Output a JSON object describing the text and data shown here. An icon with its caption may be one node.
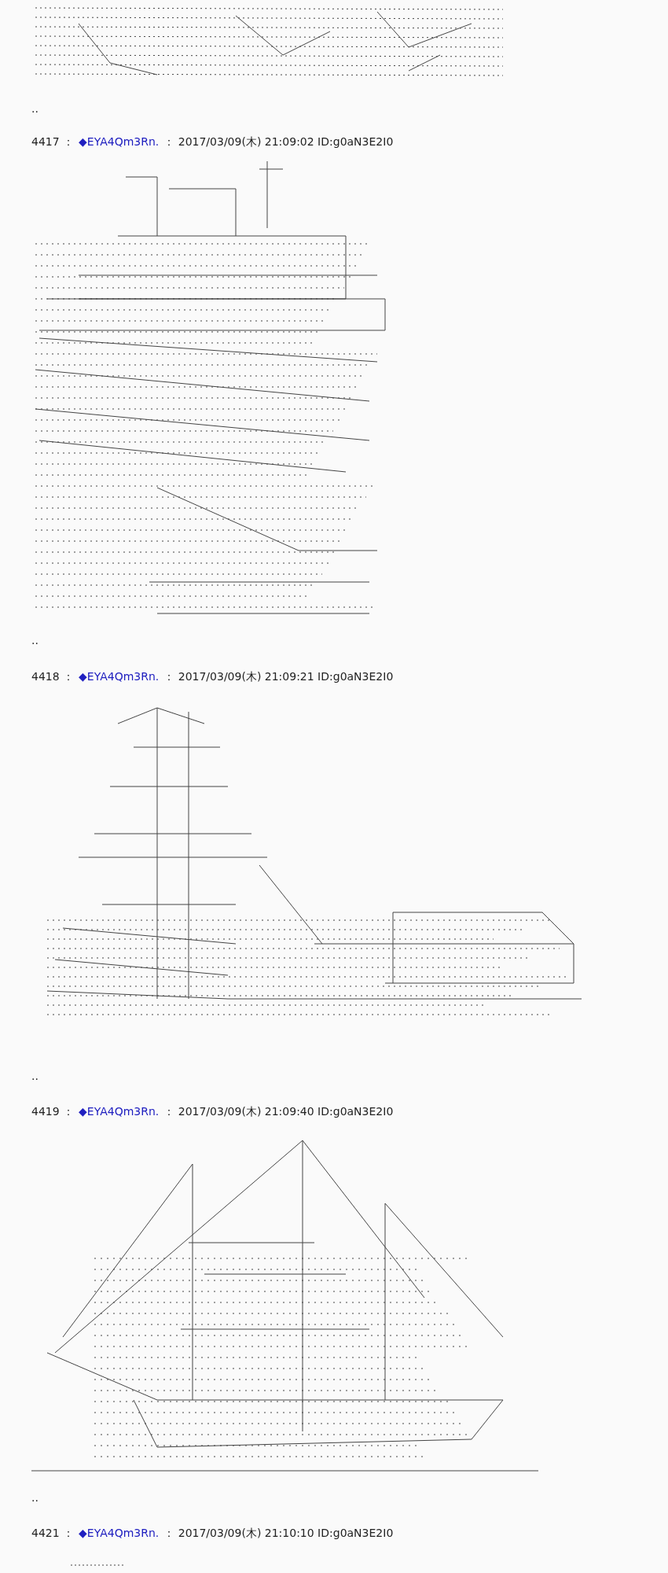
{
  "diagram": {
    "labels": [
      "..",
      "4417 ：",
      "◆EYA4Qm3Rn.",
      "： 2017/03/09(木) 21:09:02 ID:g0aN3E2I0",
      "..",
      "4418 ：",
      "◆EYA4Qm3Rn.",
      "： 2017/03/09(木) 21:09:21 ID:g0aN3E2I0",
      "..",
      "4419 ：",
      "◆EYA4Qm3Rn.",
      "： 2017/03/09(木) 21:09:40 ID:g0aN3E2I0",
      "..",
      "4421 ：",
      "◆EYA4Qm3Rn.",
      "： 2017/03/09(木) 21:10:10 ID:g0aN3E2I0"
    ]
  }
}
